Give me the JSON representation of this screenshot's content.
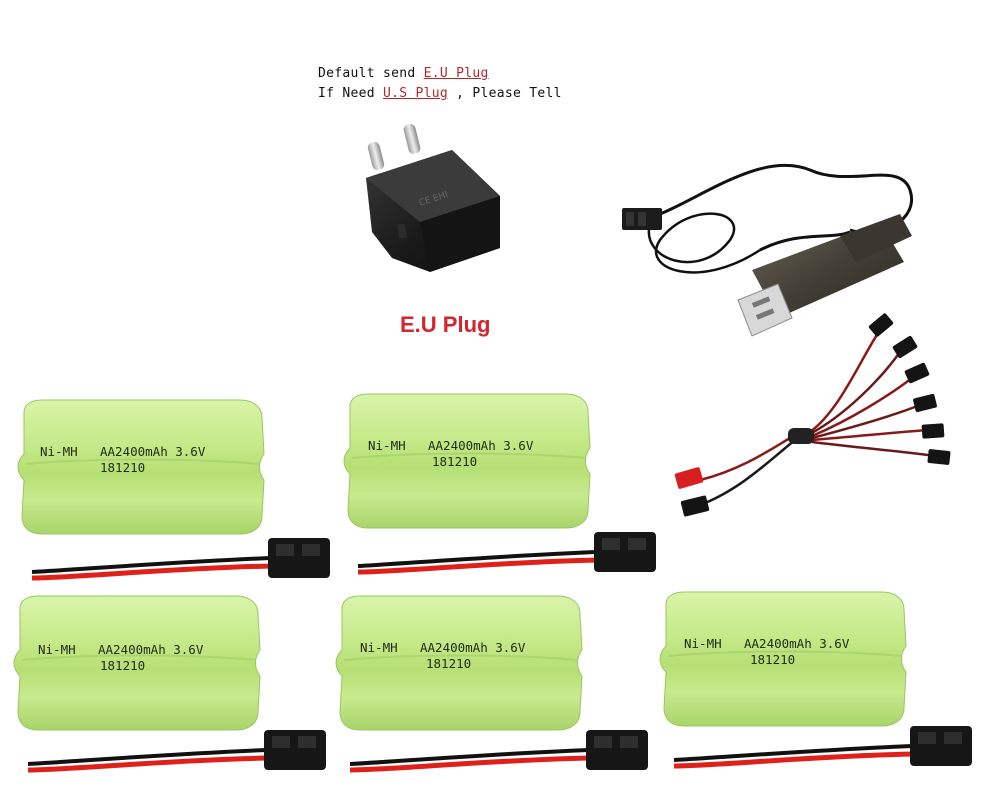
{
  "notice": {
    "line1_prefix": "Default send ",
    "line1_highlight": "E.U Plug",
    "line2_prefix": "If Need ",
    "line2_highlight": "U.S Plug",
    "line2_suffix": " , Please Tell"
  },
  "plug_caption": "E.U Plug",
  "battery": {
    "type": "Ni-MH",
    "spec": "AA2400mAh 3.6V",
    "code": "181210",
    "count": 5
  },
  "colors": {
    "battery_green": "#c5ea8a",
    "wire_red": "#e0201a",
    "wire_black": "#111111",
    "highlight_red": "#b3272d"
  },
  "icons": [
    "eu-plug-adapter-icon",
    "usb-charging-cable-icon",
    "splitter-cable-icon",
    "battery-pack-icon"
  ]
}
